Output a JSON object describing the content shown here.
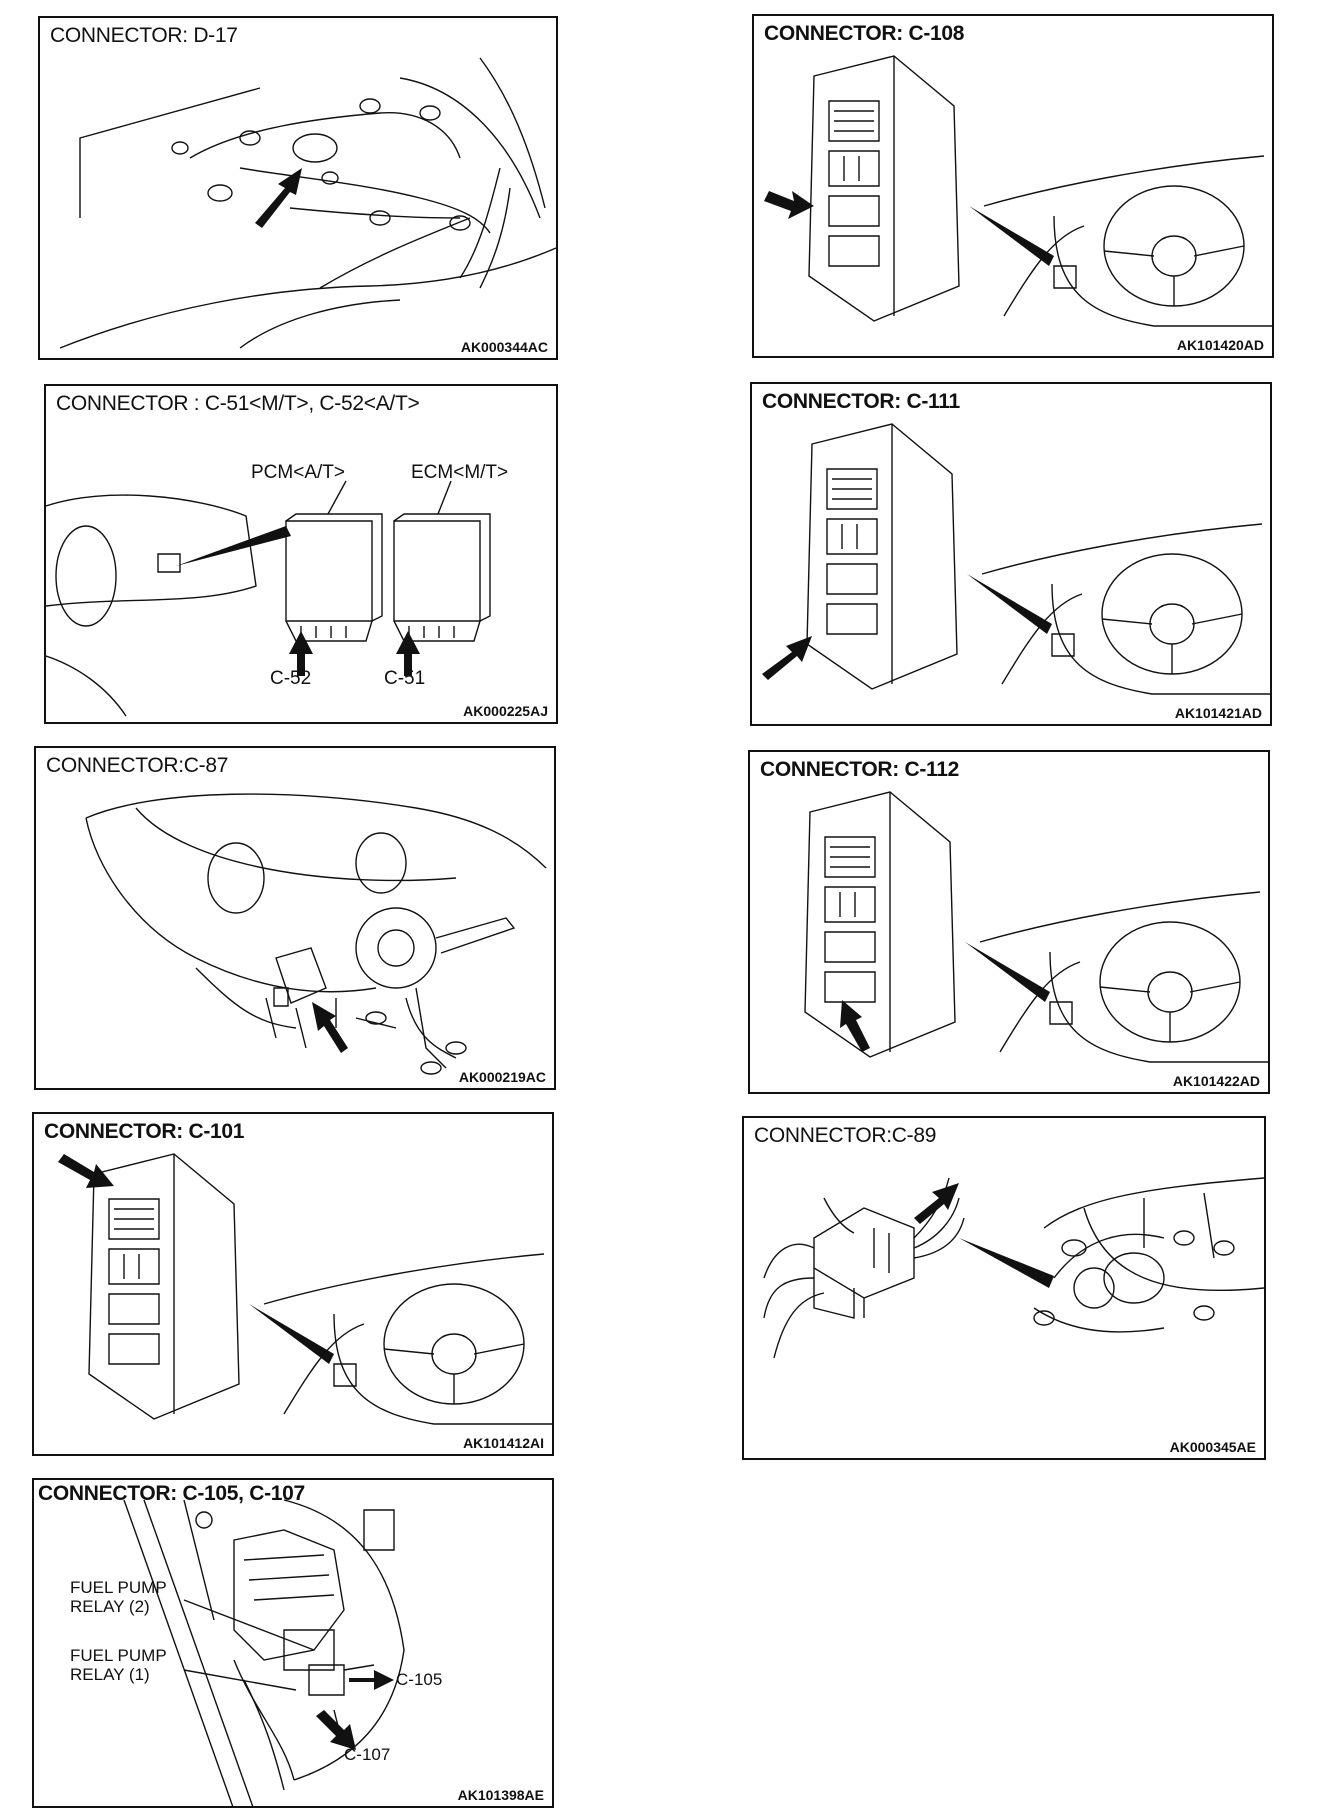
{
  "panels": {
    "d17": {
      "title": "CONNECTOR: D-17",
      "code": "AK000344AC"
    },
    "c108": {
      "title": "CONNECTOR: C-108",
      "code": "AK101420AD"
    },
    "c51": {
      "title": "CONNECTOR : C-51<M/T>, C-52<A/T>",
      "code": "AK000225AJ",
      "labels": {
        "pcm": "PCM<A/T>",
        "ecm": "ECM<M/T>",
        "c52": "C-52",
        "c51": "C-51"
      }
    },
    "c111": {
      "title": "CONNECTOR: C-111",
      "code": "AK101421AD"
    },
    "c87": {
      "title": "CONNECTOR:C-87",
      "code": "AK000219AC"
    },
    "c112": {
      "title": "CONNECTOR: C-112",
      "code": "AK101422AD"
    },
    "c101": {
      "title": "CONNECTOR: C-101",
      "code": "AK101412AI"
    },
    "c89": {
      "title": "CONNECTOR:C-89",
      "code": "AK000345AE"
    },
    "c105": {
      "title": "CONNECTOR: C-105, C-107",
      "code": "AK101398AE",
      "labels": {
        "relay2_a": "FUEL PUMP",
        "relay2_b": "RELAY (2)",
        "relay1_a": "FUEL PUMP",
        "relay1_b": "RELAY (1)",
        "c105": "C-105",
        "c107": "C-107"
      }
    }
  }
}
